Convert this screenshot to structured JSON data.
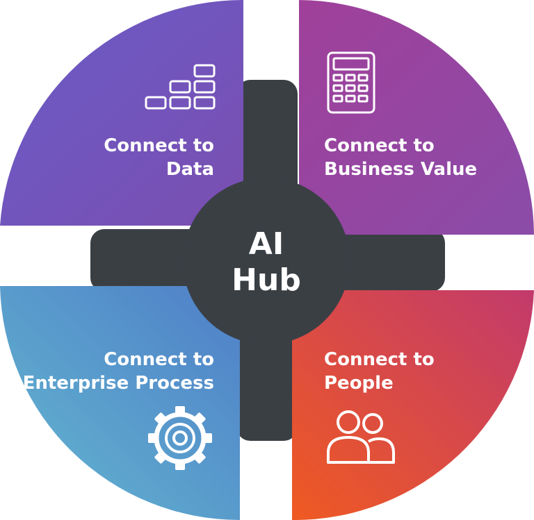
{
  "hub": {
    "line1": "AI",
    "line2": "Hub"
  },
  "quadrants": {
    "data": {
      "line1": "Connect to",
      "line2": "Data",
      "icon": "bar-blocks-icon",
      "color_from": "#7a4fb8",
      "color_to": "#5b62c8"
    },
    "business": {
      "line1": "Connect to",
      "line2": "Business Value",
      "icon": "calculator-icon",
      "color_from": "#9a3f9c",
      "color_to": "#8e4aa8"
    },
    "enterprise": {
      "line1": "Connect to",
      "line2": "Enterprise Process",
      "icon": "gear-icon",
      "color_from": "#5fb0d0",
      "color_to": "#4f86c8"
    },
    "people": {
      "line1": "Connect to",
      "line2": "People",
      "icon": "people-icon",
      "color_from": "#ea5a2a",
      "color_to": "#c93a6a"
    }
  },
  "colors": {
    "hub": "#3a3f44",
    "cross": "#3a3f44",
    "icon_stroke": "#ffffff"
  }
}
